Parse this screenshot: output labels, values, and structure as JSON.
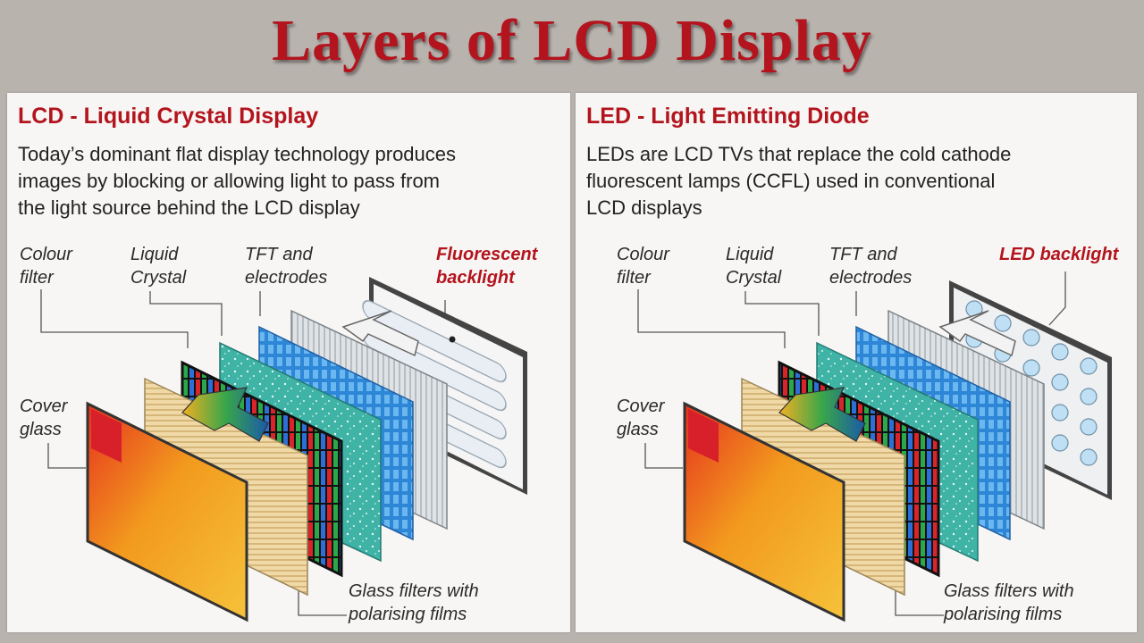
{
  "page": {
    "title": "Layers of LCD Display"
  },
  "panels": [
    {
      "heading": "LCD - Liquid Crystal Display",
      "description": "Today’s dominant flat display technology produces\nimages by blocking or allowing light to pass from\nthe light source behind the LCD display",
      "labels": {
        "colour_filter": "Colour\nfilter",
        "liquid_crystal": "Liquid\nCrystal",
        "tft": "TFT and\nelectrodes",
        "backlight": "Fluorescent\nbacklight",
        "cover_glass": "Cover\nglass",
        "glass_filters": "Glass filters with\npolarising films"
      }
    },
    {
      "heading": "LED - Light Emitting Diode",
      "description": "LEDs are LCD TVs that replace the cold cathode\nfluorescent lamps (CCFL) used in conventional\nLCD displays",
      "labels": {
        "colour_filter": "Colour\nfilter",
        "liquid_crystal": "Liquid\nCrystal",
        "tft": "TFT and\nelectrodes",
        "backlight": "LED backlight",
        "cover_glass": "Cover\nglass",
        "glass_filters": "Glass filters with\npolarising films"
      }
    }
  ],
  "colors": {
    "title": "#b3141d",
    "background": "#b9b3ae",
    "panel": "#f7f6f4"
  }
}
